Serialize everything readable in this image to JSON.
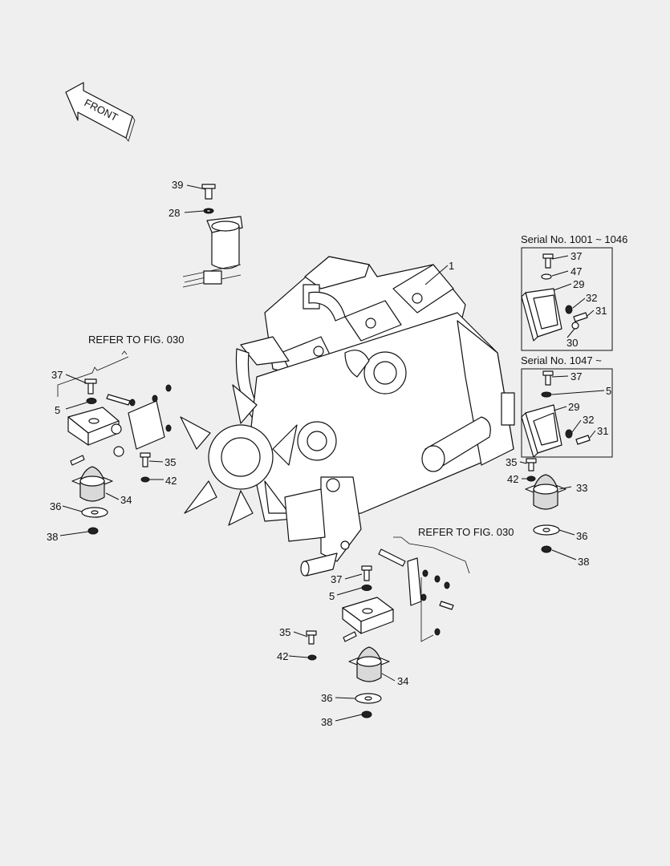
{
  "front_label": "FRONT",
  "serial_a": "Serial No. 1001 ~ 1046",
  "serial_b": "Serial No. 1047 ~",
  "refer_left": "REFER TO FIG. 030",
  "refer_right": "REFER TO FIG. 030",
  "callouts": {
    "c1": "1",
    "c39": "39",
    "c28": "28",
    "l37": "37",
    "l5": "5",
    "l35": "35",
    "l42": "42",
    "l34": "34",
    "l36": "36",
    "l38": "38",
    "a37": "37",
    "a47": "47",
    "a29": "29",
    "a32": "32",
    "a31": "31",
    "a30": "30",
    "b37": "37",
    "b5": "5",
    "b29": "29",
    "b32": "32",
    "b31": "31",
    "r35": "35",
    "r42": "42",
    "r33": "33",
    "r36": "36",
    "r38": "38",
    "m37": "37",
    "m5": "5",
    "m35": "35",
    "m42": "42",
    "m34": "34",
    "m36": "36",
    "m38": "38"
  }
}
